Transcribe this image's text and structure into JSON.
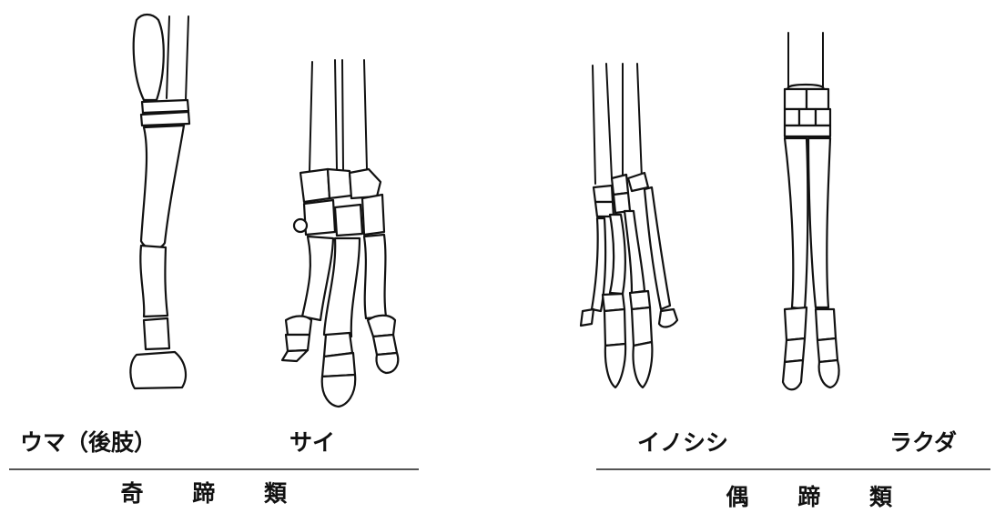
{
  "labels": {
    "horse": "ウマ（後肢）",
    "rhino": "サイ",
    "boar": "イノシシ",
    "camel": "ラクダ"
  },
  "groups": {
    "odd_toed": "奇 蹄 類",
    "even_toed": "偶 蹄 類"
  }
}
